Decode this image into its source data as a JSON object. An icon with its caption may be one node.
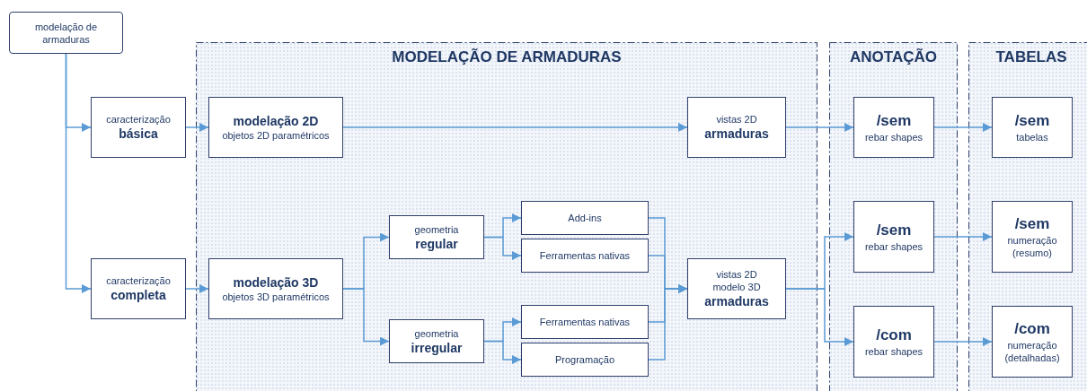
{
  "diagram": {
    "nodes": [
      {
        "text": [
          "modelação de armaduras"
        ]
      },
      {
        "text": [
          "MODELAÇÃO DE ARMADURAS"
        ]
      },
      {
        "text": [
          "ANOTAÇÃO"
        ]
      },
      {
        "text": [
          "TABELAS"
        ]
      },
      {
        "text": [
          "caracterização",
          "básica"
        ]
      },
      {
        "text": [
          "caracterização",
          "completa"
        ]
      },
      {
        "text": [
          "modelação 2D",
          "objetos 2D paramétricos"
        ],
        "in": 1
      },
      {
        "text": [
          "modelação 3D",
          "objetos 3D paramétricos"
        ],
        "in": 1
      },
      {
        "text": [
          "geometria",
          "regular"
        ],
        "in": 1
      },
      {
        "text": [
          "geometria",
          "irregular"
        ],
        "in": 1
      },
      {
        "text": [
          "Add-ins"
        ],
        "in": 1
      },
      {
        "text": [
          "Ferramentas nativas"
        ],
        "in": 1
      },
      {
        "text": [
          "Ferramentas nativas"
        ],
        "in": 1
      },
      {
        "text": [
          "Programação"
        ],
        "in": 1
      },
      {
        "text": [
          "vistas 2D",
          "armaduras"
        ],
        "in": 1
      },
      {
        "text": [
          "vistas 2D",
          "modelo 3D",
          "armaduras"
        ],
        "in": 1
      },
      {
        "text": [
          "/sem",
          "rebar shapes"
        ],
        "in": 2
      },
      {
        "text": [
          "/sem",
          "rebar shapes"
        ],
        "in": 2
      },
      {
        "text": [
          "/com",
          "rebar shapes"
        ],
        "in": 2
      },
      {
        "text": [
          "/sem",
          "tabelas"
        ],
        "in": 3
      },
      {
        "text": [
          "/sem",
          "numeração (resumo)"
        ],
        "in": 3
      },
      {
        "text": [
          "/com",
          "numeração (detalhadas)"
        ],
        "in": 3
      }
    ],
    "edges": [
      {
        "from": 0,
        "to": 4,
        "arrow": "to"
      },
      {
        "from": 0,
        "to": 5,
        "arrow": "to"
      },
      {
        "from": 4,
        "to": 6,
        "arrow": "to"
      },
      {
        "from": 5,
        "to": 7,
        "arrow": "to"
      },
      {
        "from": 6,
        "to": 14,
        "arrow": "to"
      },
      {
        "from": 7,
        "to": 8,
        "arrow": "to"
      },
      {
        "from": 7,
        "to": 9,
        "arrow": "to"
      },
      {
        "from": 8,
        "to": 10,
        "arrow": "to"
      },
      {
        "from": 8,
        "to": 11,
        "arrow": "to"
      },
      {
        "from": 9,
        "to": 12,
        "arrow": "to"
      },
      {
        "from": 9,
        "to": 13,
        "arrow": "to"
      },
      {
        "from": 10,
        "to": 15,
        "arrow": "to"
      },
      {
        "from": 11,
        "to": 15,
        "arrow": "to"
      },
      {
        "from": 12,
        "to": 15,
        "arrow": "to"
      },
      {
        "from": 13,
        "to": 15,
        "arrow": "to"
      },
      {
        "from": 14,
        "to": 16,
        "arrow": "to"
      },
      {
        "from": 15,
        "to": 17,
        "arrow": "to"
      },
      {
        "from": 15,
        "to": 18,
        "arrow": "to"
      },
      {
        "from": 16,
        "to": 19,
        "arrow": "to"
      },
      {
        "from": 17,
        "to": 20,
        "arrow": "to"
      },
      {
        "from": 18,
        "to": 21,
        "arrow": "to"
      }
    ]
  }
}
